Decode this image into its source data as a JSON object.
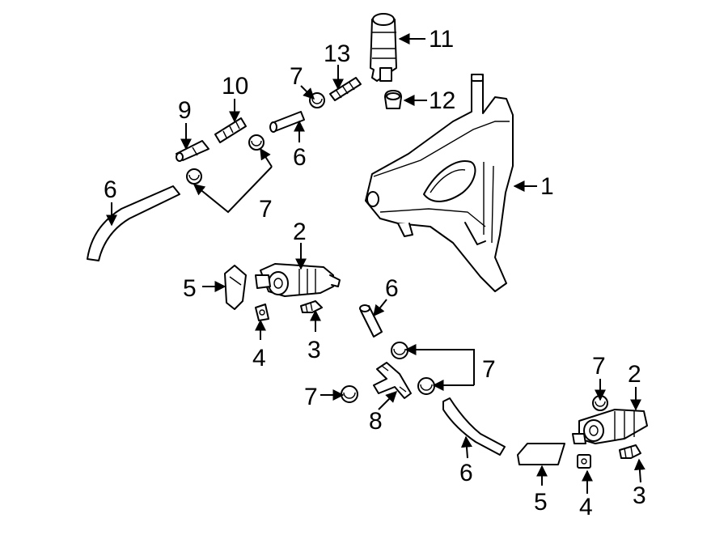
{
  "callouts": {
    "c1": "1",
    "c2_upper": "2",
    "c2_lower": "2",
    "c3_upper": "3",
    "c3_lower": "3",
    "c4_upper": "4",
    "c4_lower": "4",
    "c5_upper": "5",
    "c5_lower": "5",
    "c6_hose_left": "6",
    "c6_connector_top": "6",
    "c6_connector_mid": "6",
    "c6_hose_bottom": "6",
    "c7_clip_top": "7",
    "c7_clips_upper": "7",
    "c7_clips_right": "7",
    "c7_clip_left": "7",
    "c7_clip_lower_right": "7",
    "c8": "8",
    "c9": "9",
    "c10": "10",
    "c11": "11",
    "c12": "12",
    "c13": "13"
  }
}
